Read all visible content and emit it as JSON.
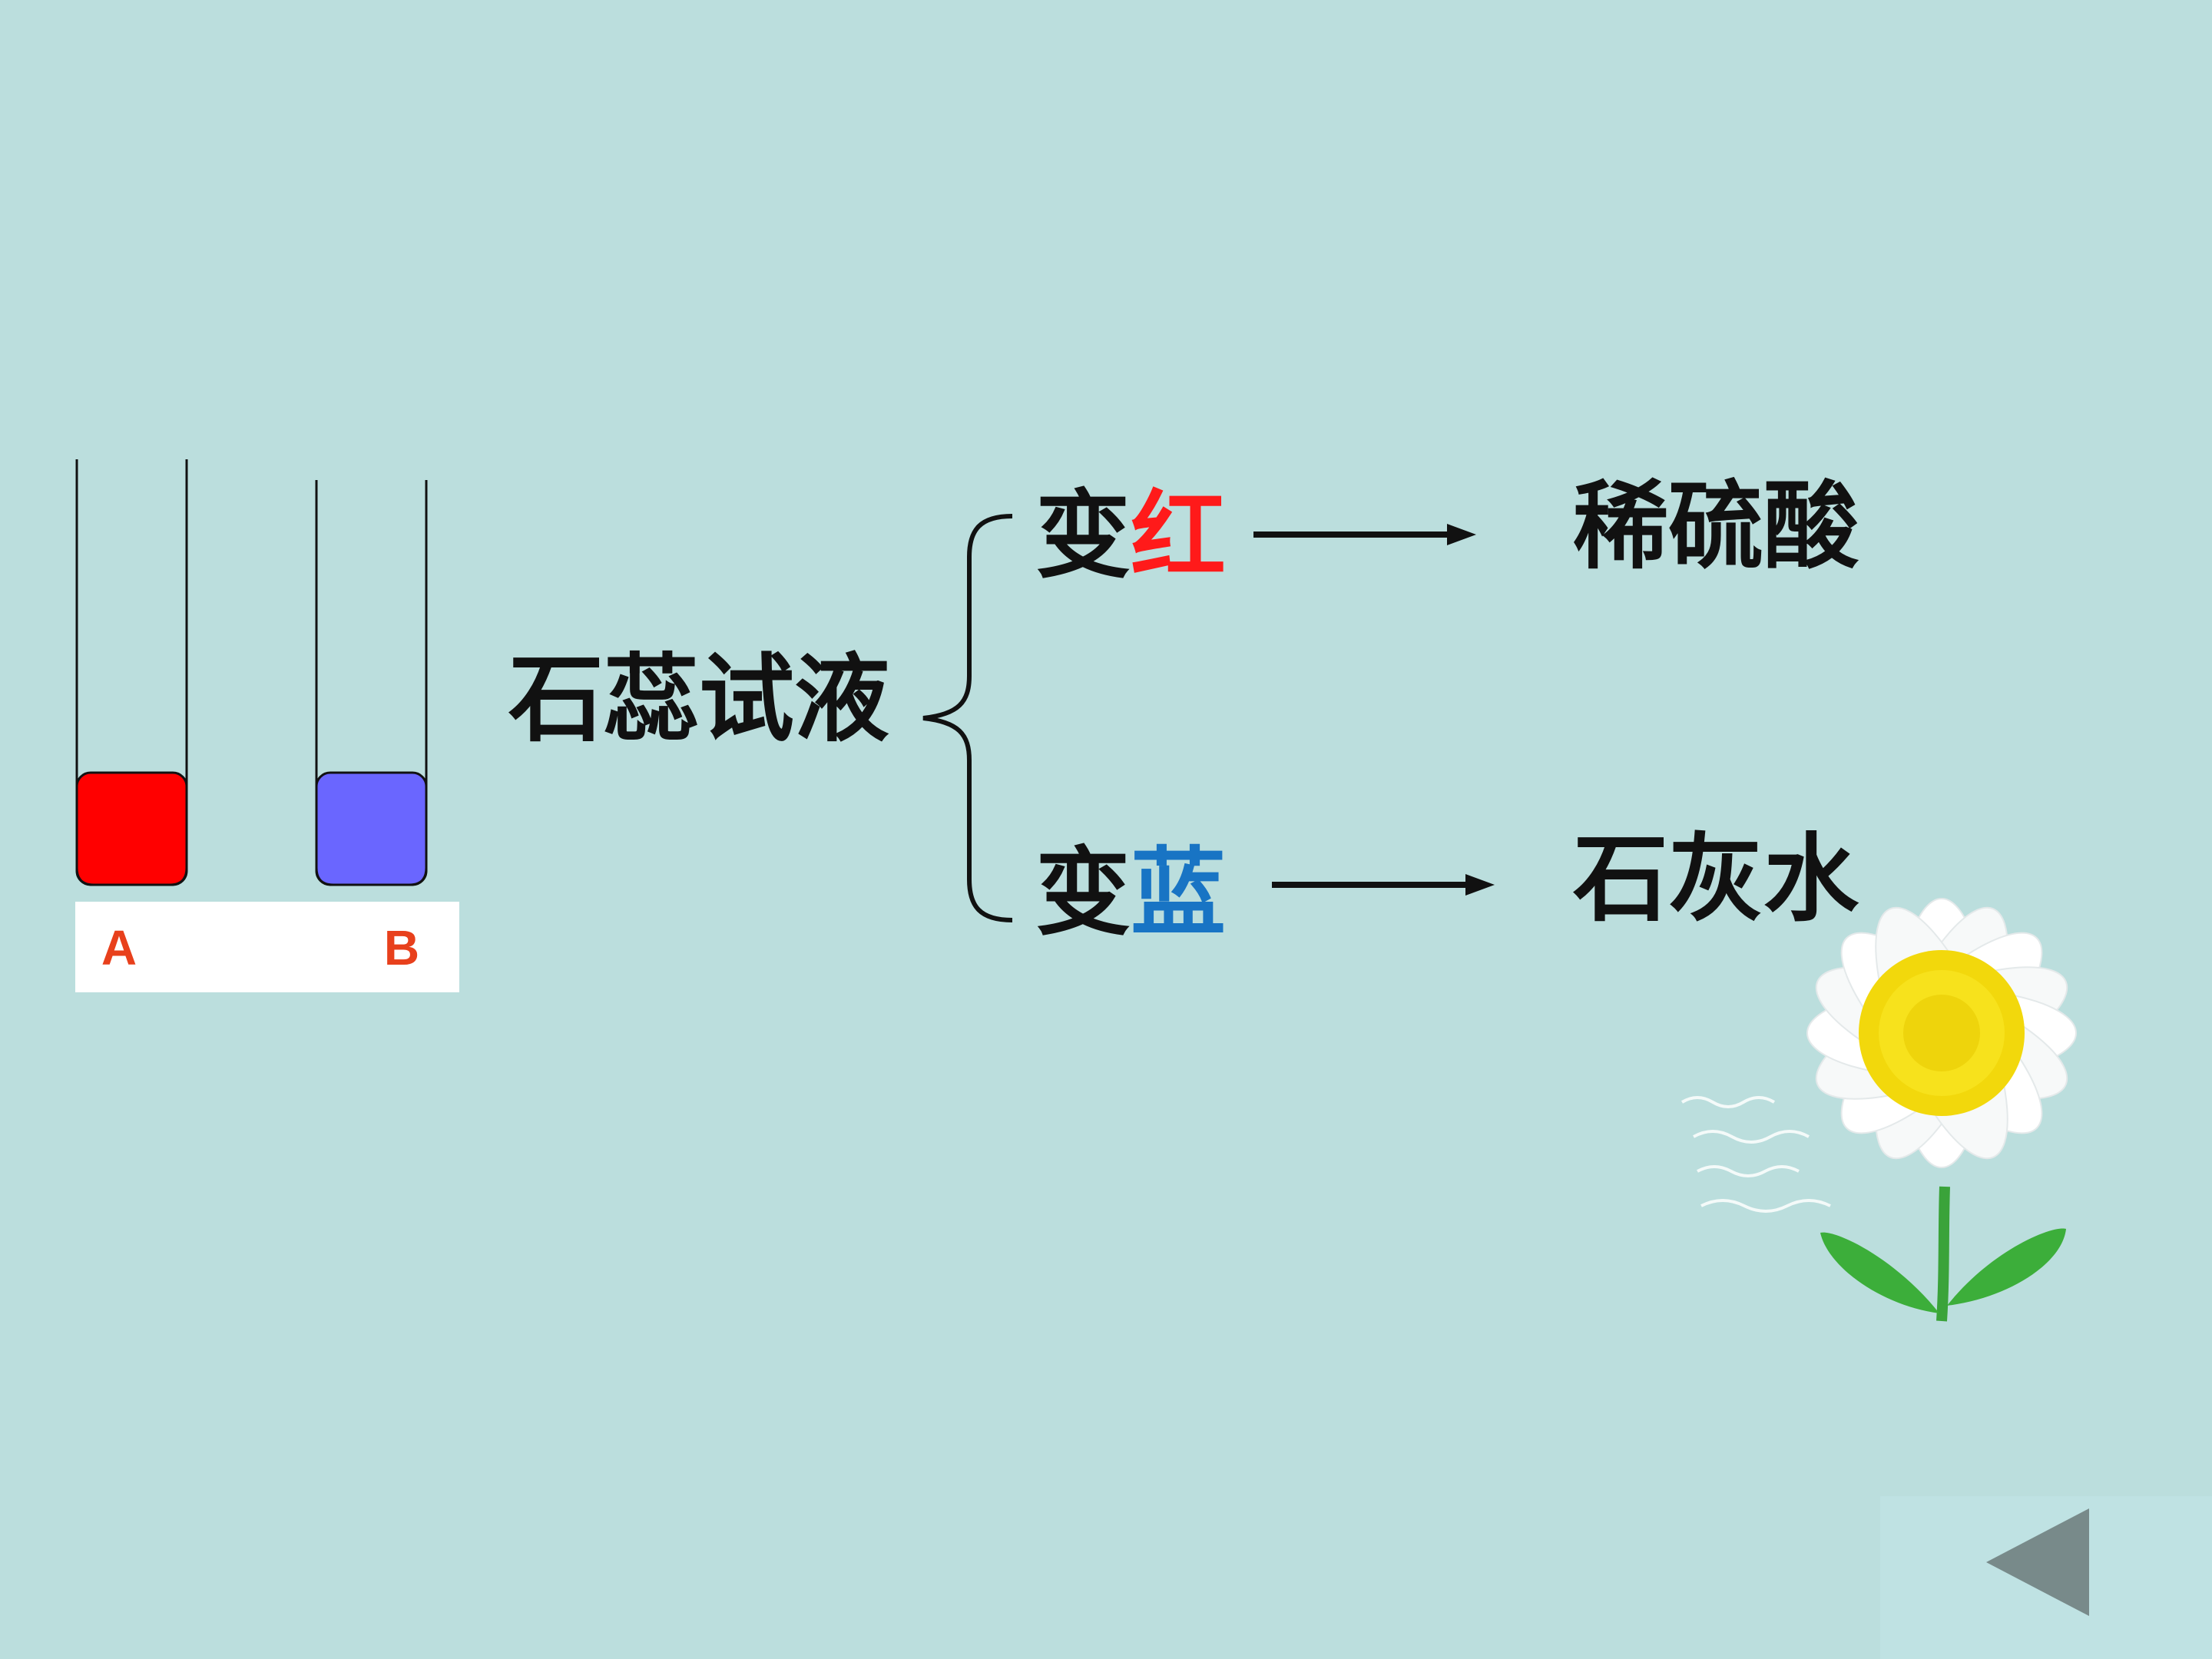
{
  "colors": {
    "background": "#bbdedd",
    "liquid_a": "#ff0000",
    "liquid_b": "#6a66ff",
    "label_text": "#e8401c",
    "red_char": "#ff1a1a",
    "blue_char": "#1874c4",
    "nav_button": "#788a8a",
    "nav_panel": "#bfe2e3"
  },
  "tubes": {
    "a_label": "A",
    "b_label": "B"
  },
  "diagram": {
    "reagent": "石蕊试液",
    "top_branch": {
      "prefix": "变",
      "color_word": "红",
      "result": "稀硫酸"
    },
    "bottom_branch": {
      "prefix": "变",
      "color_word": "蓝",
      "result": "石灰水"
    }
  },
  "icons": {
    "flower": "daisy-flower-icon",
    "nav": "back-triangle-icon"
  }
}
